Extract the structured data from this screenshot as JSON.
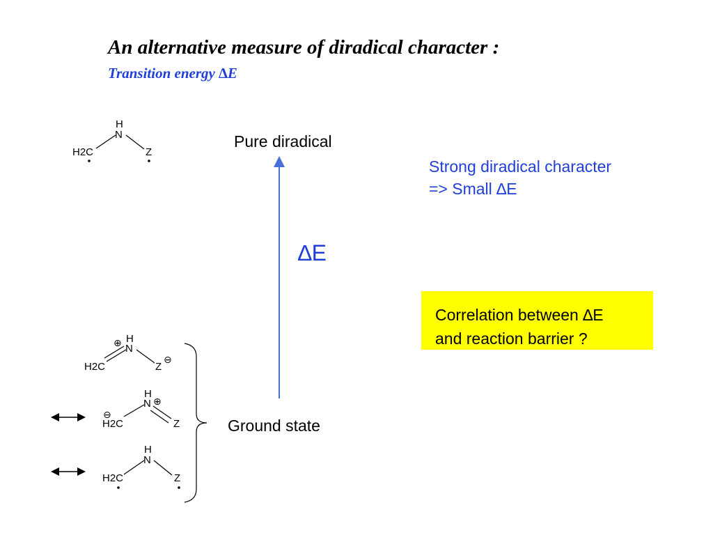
{
  "title": "An alternative measure of diradical character :",
  "subtitle": "Transition energy ∆E",
  "top_label": "Pure diradical",
  "bottom_label": "Ground state",
  "arrow_label": "∆E",
  "note": {
    "line1": "Strong diradical character",
    "line2": "=> Small ∆E"
  },
  "callout": {
    "line1": "Correlation between ∆E",
    "line2": "and reaction barrier ?"
  },
  "structures": {
    "h": "H",
    "n": "N",
    "z": "Z",
    "h2c": "H2C",
    "plus": "⊕",
    "minus": "⊖"
  },
  "colors": {
    "accent_blue": "#1f3fd8",
    "callout_bg": "#ffff00",
    "arrow": "#4a6fd6"
  }
}
